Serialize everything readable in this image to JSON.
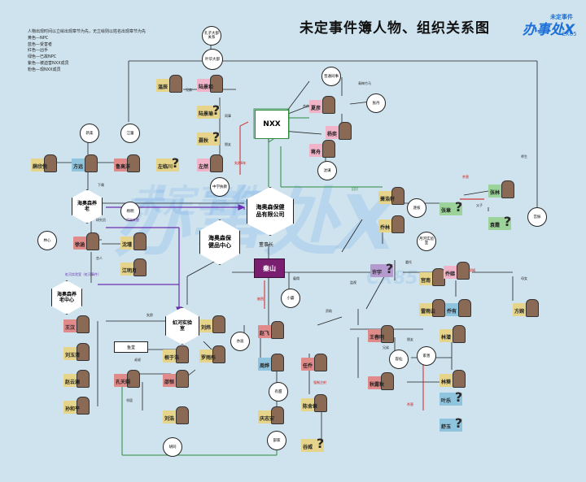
{
  "title": "未定事件簿人物、组织关系图",
  "logo": {
    "small": "未定事件",
    "main": "办事处X",
    "sub": "CX85"
  },
  "watermark": {
    "big": "办事处X",
    "left": "未定事件",
    "sub": "CX85"
  },
  "legend": [
    "人物出现时间以立绘出现章节为先，无立绘则以姓名出现章节为先",
    "黄色—NPC",
    "蓝色—受害者",
    "红色—凶手",
    "绿色—已故NPC",
    "紫色—被迫害NXX成员",
    "粉色—现NXX成员"
  ],
  "colors": {
    "yellow": "#e6d48a",
    "blue": "#8fc4de",
    "red": "#e08a8a",
    "green": "#9cd39a",
    "purple": "#b59ad0",
    "pink": "#f0b3c8",
    "qinshan": "#7a1f6f"
  },
  "orgs": {
    "nxx": "NXX",
    "haiaosen_co": "海奥森保健品有限公司",
    "haiaosen_center": "海奥森保健品中心",
    "haiaosen_flat": "海奥森养老中心",
    "haiaosen_care": "海奥森养老",
    "rainbow_lab": "虹河实验室",
    "qinshan": "秦山",
    "chairman": "董事长"
  },
  "people": [
    {
      "id": "wenchen",
      "name": "温辰",
      "color": "yellow",
      "q": false
    },
    {
      "id": "lujinghe",
      "name": "陆景和",
      "color": "pink",
      "q": false
    },
    {
      "id": "lujingyu",
      "name": "陆景瑜",
      "color": "yellow",
      "q": true
    },
    {
      "id": "yanqiu",
      "name": "聂秋",
      "color": "yellow",
      "q": true
    },
    {
      "id": "zuolinchuan",
      "name": "左临川",
      "color": "yellow",
      "q": true
    },
    {
      "id": "zuoran",
      "name": "左然",
      "color": "pink",
      "q": false
    },
    {
      "id": "xiayan",
      "name": "夏彦",
      "color": "pink",
      "q": false
    },
    {
      "id": "yangkui",
      "name": "杨奕",
      "color": "pink",
      "q": false
    },
    {
      "id": "jiansheng",
      "name": "蒋舟",
      "color": "pink",
      "q": false
    },
    {
      "id": "xuexinyue",
      "name": "薛欣悦",
      "color": "yellow",
      "q": false
    },
    {
      "id": "fangyuan",
      "name": "方远",
      "color": "blue",
      "q": false
    },
    {
      "id": "lugaoyang",
      "name": "鲁高洋",
      "color": "red",
      "q": false
    },
    {
      "id": "xuhan",
      "name": "徐涵",
      "color": "red",
      "q": false
    },
    {
      "id": "shenjin",
      "name": "沈瑾",
      "color": "yellow",
      "q": false
    },
    {
      "id": "jiangmingyue",
      "name": "江明月",
      "color": "yellow",
      "q": false
    },
    {
      "id": "xiaohao",
      "name": "萧浩轩",
      "color": "yellow",
      "q": false
    },
    {
      "id": "qiaolin",
      "name": "乔林",
      "color": "yellow",
      "q": false
    },
    {
      "id": "zhangqiang",
      "name": "张章",
      "color": "green",
      "q": true
    },
    {
      "id": "zhanglin",
      "name": "张林",
      "color": "yellow",
      "q": false
    },
    {
      "id": "yuanxian",
      "name": "袁霞",
      "color": "green",
      "q": true
    },
    {
      "id": "xuyu",
      "name": "许宇",
      "color": "purple",
      "q": true
    },
    {
      "id": "gongnan",
      "name": "宫南",
      "color": "yellow",
      "q": false
    },
    {
      "id": "qiaodi",
      "name": "乔娣",
      "color": "pink",
      "q": false
    },
    {
      "id": "leiyun",
      "name": "雷雨云",
      "color": "yellow",
      "q": false
    },
    {
      "id": "qiaodaming",
      "name": "乔有",
      "color": "blue",
      "q": false
    },
    {
      "id": "fangyu",
      "name": "方婉",
      "color": "yellow",
      "q": false
    },
    {
      "id": "wanghan",
      "name": "王汉",
      "color": "red",
      "q": false
    },
    {
      "id": "liuyuqing",
      "name": "刘玉清",
      "color": "yellow",
      "q": false
    },
    {
      "id": "zhaoyunlan",
      "name": "赵云澜",
      "color": "yellow",
      "q": false
    },
    {
      "id": "sunhao",
      "name": "孙和平",
      "color": "yellow",
      "q": false
    },
    {
      "id": "liuwei",
      "name": "刘炜",
      "color": "yellow",
      "q": false
    },
    {
      "id": "gengqi",
      "name": "根于浩",
      "color": "yellow",
      "q": false
    },
    {
      "id": "luoyu",
      "name": "罗雨彤",
      "color": "yellow",
      "q": false
    },
    {
      "id": "kongtianyi",
      "name": "孔天翊",
      "color": "red",
      "q": false
    },
    {
      "id": "songcen",
      "name": "邵恒",
      "color": "red",
      "q": false
    },
    {
      "id": "liuxu",
      "name": "刘浩",
      "color": "yellow",
      "q": false
    },
    {
      "id": "zhaofei",
      "name": "赵飞",
      "color": "red",
      "q": false
    },
    {
      "id": "zhouye",
      "name": "周烨",
      "color": "blue",
      "q": false
    },
    {
      "id": "renqiao",
      "name": "任乔",
      "color": "red",
      "q": false
    },
    {
      "id": "qingzhi",
      "name": "庆志安",
      "color": "yellow",
      "q": false
    },
    {
      "id": "chenshuzhang",
      "name": "陈舍章",
      "color": "yellow",
      "q": false
    },
    {
      "id": "gupei",
      "name": "谷威",
      "color": "yellow",
      "q": true
    },
    {
      "id": "wangchunming",
      "name": "王春明",
      "color": "red",
      "q": false
    },
    {
      "id": "linqian",
      "name": "林潜",
      "color": "yellow",
      "q": false
    },
    {
      "id": "qiulianqiu",
      "name": "秋露秋",
      "color": "red",
      "q": false
    },
    {
      "id": "linshen",
      "name": "林葵",
      "color": "yellow",
      "q": false
    },
    {
      "id": "yanle",
      "name": "叶乐",
      "color": "blue",
      "q": true
    },
    {
      "id": "shuyu",
      "name": "舒玉",
      "color": "blue",
      "q": true
    }
  ],
  "bubbles": {
    "kongzi": "孔子大部关系",
    "yehua": "叶华大部",
    "xinrou": "新柔",
    "jianglei": "江蕾",
    "zhongxue": "中学执教",
    "shanfu": "普通同事",
    "zhangdan": "张丹",
    "shenqian": "沈谦",
    "yangming": "杨明",
    "yuelan": "月河实验室",
    "linxin": "林心",
    "zhuhe": "逐核",
    "gongzhen": "宫振",
    "xiaoba": "小霸",
    "yidi": "亦迪",
    "yutang": "鱼堂",
    "youtian": "有甜",
    "bujia": "部家",
    "rongxian": "容仙",
    "jiashan": "家善",
    "hutong": "胡同"
  },
  "labels": {
    "l1": "叔叔",
    "l2": "朋友",
    "l3": "恋人",
    "l4": "母女",
    "l5": "师生",
    "l6": "兄弟",
    "l7": "同事",
    "l8": "父子",
    "l9": "合作",
    "l10": "下属",
    "l11": "杀害",
    "l12": "研究员",
    "l13": "青梅竹马",
    "l14": "药物实验",
    "l15": "失踪",
    "l16": "委托",
    "l17": "资助",
    "l18": "监视",
    "l19": "邻居",
    "l20": "雇佣",
    "pink1": "强制注射",
    "pink2": "被困",
    "qinshan_label": "秦山",
    "purple1": "虹河实验室（虹河事件）",
    "red1": "失踪8年",
    "red2": "保姆",
    "green1": "旧识"
  }
}
